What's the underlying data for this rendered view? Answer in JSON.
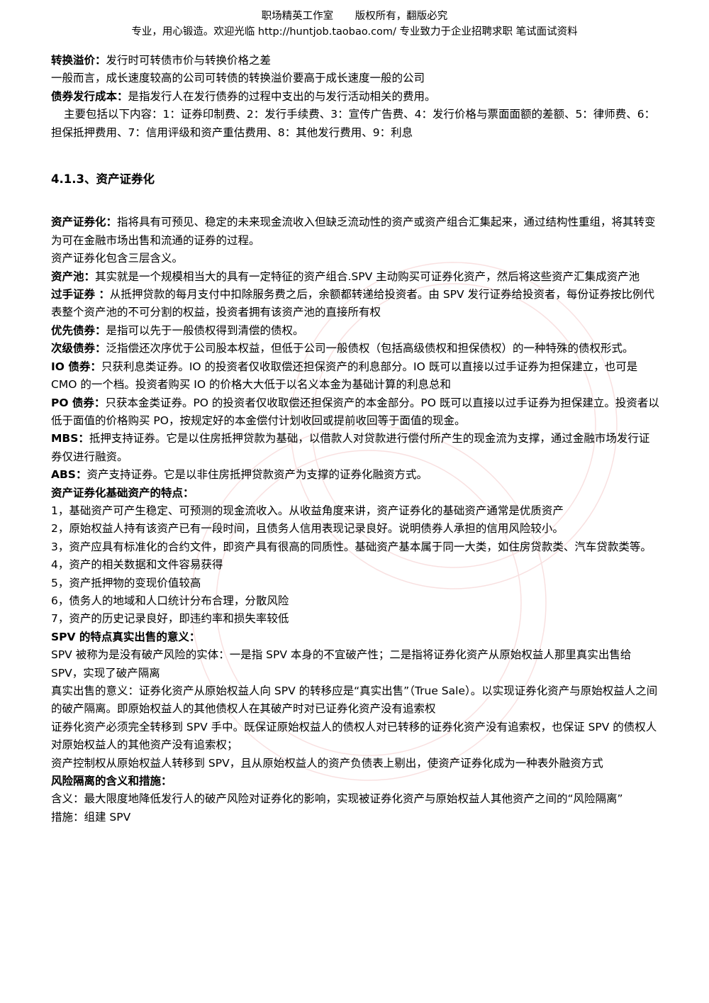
{
  "header": {
    "studio": "职场精英工作室",
    "copyright": "版权所有，翻版必究",
    "tagline": "专业，用心锻造。欢迎光临 http://huntjob.taobao.com/   专业致力于企业招聘求职  笔试面试资料"
  },
  "watermark_color": "#f4c8c8",
  "paragraphs": [
    {
      "term": "转换溢价：",
      "text": "发行时可转债市价与转换价格之差"
    },
    {
      "term": "",
      "text": "一般而言，成长速度较高的公司可转债的转换溢价要高于成长速度一般的公司"
    },
    {
      "term": "债券发行成本：",
      "text": "是指发行人在发行债券的过程中支出的与发行活动相关的费用。"
    },
    {
      "term": "",
      "text": "主要包括以下内容：1：证券印制费、2：发行手续费、3：宣传广告费、4：发行价格与票面面额的差额、5：律师费、6：担保抵押费用、7：信用评级和资产重估费用、8：其他发行费用、9：利息",
      "indent": true
    }
  ],
  "section_title": "4.1.3、资产证券化",
  "paragraphs2": [
    {
      "term": "资产证券化：",
      "text": "指将具有可预见、稳定的未来现金流收入但缺乏流动性的资产或资产组合汇集起来，通过结构性重组，将其转变为可在金融市场出售和流通的证券的过程。"
    },
    {
      "term": "",
      "text": "资产证券化包含三层含义。"
    },
    {
      "term": "资产池：",
      "text": "其实就是一个规模相当大的具有一定特征的资产组合.SPV 主动购买可证券化资产，然后将这些资产汇集成资产池"
    },
    {
      "term": "过手证券 ：",
      "text": "从抵押贷款的每月支付中扣除服务费之后，余额都转递给投资者。由 SPV 发行证券给投资者，每份证券按比例代表整个资产池的不可分割的权益，投资者拥有该资产池的直接所有权"
    },
    {
      "term": "优先债券：",
      "text": "是指可以先于一般债权得到清偿的债权。"
    },
    {
      "term": "次级债券：",
      "text": "泛指偿还次序优于公司股本权益，但低于公司一般债权（包括高级债权和担保债权）的一种特殊的债权形式。"
    },
    {
      "term": "IO 债券：",
      "text": "只获利息类证券。IO 的投资者仅收取偿还担保资产的利息部分。IO 既可以直接以过手证券为担保建立，也可是 CMO 的一个档。投资者购买 IO 的价格大大低于以名义本金为基础计算的利息总和"
    },
    {
      "term": "PO 债券：",
      "text": "只获本金类证券。PO 的投资者仅收取偿还担保资产的本金部分。PO 既可以直接以过手证券为担保建立。投资者以低于面值的价格购买 PO，按规定好的本金偿付计划收回或提前收回等于面值的现金。"
    },
    {
      "term": "MBS：",
      "text": "抵押支持证券。它是以住房抵押贷款为基础，以借款人对贷款进行偿付所产生的现金流为支撑，通过金融市场发行证券仅进行融资。"
    },
    {
      "term": "ABS：",
      "text": "资产支持证券。它是以非住房抵押贷款资产为支撑的证券化融资方式。"
    },
    {
      "term": "资产证券化基础资产的特点：",
      "text": ""
    },
    {
      "term": "",
      "text": "1，基础资产可产生稳定、可预测的现金流收入。从收益角度来讲，资产证券化的基础资产通常是优质资产"
    },
    {
      "term": "",
      "text": "2，原始权益人持有该资产已有一段时间，且债务人信用表现记录良好。说明债券人承担的信用风险较小。"
    },
    {
      "term": "",
      "text": "3，资产应具有标准化的合约文件，即资产具有很高的同质性。基础资产基本属于同一大类，如住房贷款类、汽车贷款类等。"
    },
    {
      "term": "",
      "text": "4，资产的相关数据和文件容易获得"
    },
    {
      "term": "",
      "text": "5，资产抵押物的变现价值较高"
    },
    {
      "term": "",
      "text": "6，债务人的地域和人口统计分布合理，分散风险"
    },
    {
      "term": "",
      "text": "7，资产的历史记录良好，即违约率和损失率较低"
    },
    {
      "term": "SPV 的特点真实出售的意义：",
      "text": ""
    },
    {
      "term": "",
      "text": "SPV 被称为是没有破产风险的实体：一是指 SPV 本身的不宜破产性；二是指将证券化资产从原始权益人那里真实出售给 SPV，实现了破产隔离"
    },
    {
      "term": "",
      "text": "真实出售的意义：证券化资产从原始权益人向 SPV 的转移应是“真实出售”（True Sale）。以实现证券化资产与原始权益人之间的破产隔离。即原始权益人的其他债权人在其破产时对已证券化资产没有追索权"
    },
    {
      "term": "",
      "text": "证券化资产必须完全转移到 SPV 手中。既保证原始权益人的债权人对已转移的证券化资产没有追索权，也保证 SPV 的债权人对原始权益人的其他资产没有追索权；"
    },
    {
      "term": "",
      "text": "资产控制权从原始权益人转移到 SPV，且从原始权益人的资产负债表上剔出，使资产证券化成为一种表外融资方式"
    },
    {
      "term": "风险隔离的含义和措施：",
      "text": ""
    },
    {
      "term": "",
      "text": "含义：最大限度地降低发行人的破产风险对证券化的影响，实现被证券化资产与原始权益人其他资产之间的“风险隔离”"
    },
    {
      "term": "",
      "text": "措施：组建 SPV"
    }
  ]
}
